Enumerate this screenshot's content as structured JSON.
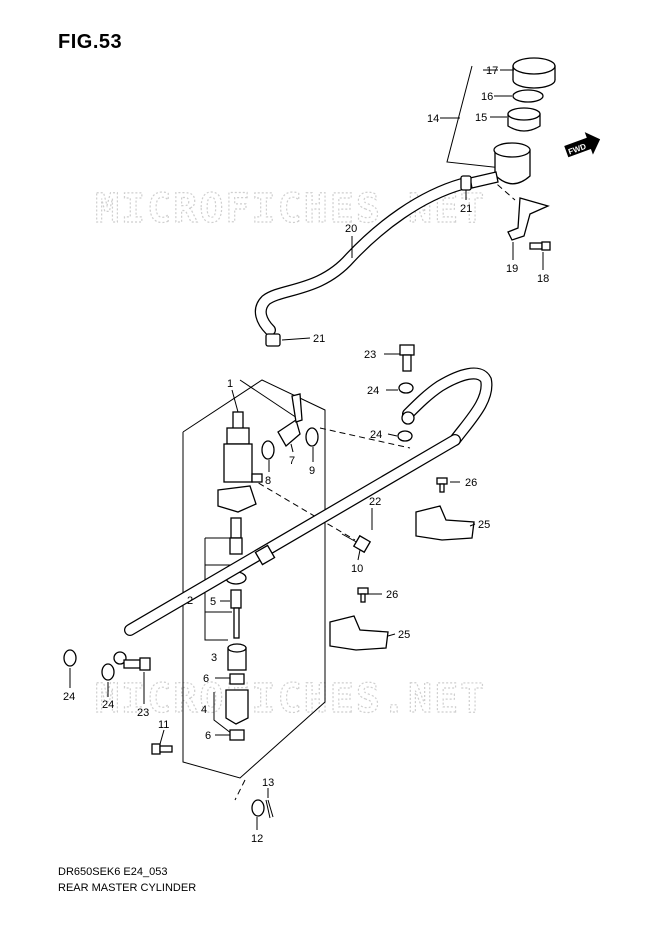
{
  "figure": {
    "title": "FIG.53",
    "model_code": "DR650SEK6 E24_053",
    "name": "REAR MASTER CYLINDER"
  },
  "watermark": {
    "top": "MICROFICHES.NET",
    "bottom": "MICROFICHES.NET"
  },
  "direction_badge": "FWD",
  "callouts": {
    "c1": "1",
    "c2": "2",
    "c3": "3",
    "c4": "4",
    "c5": "5",
    "c6a": "6",
    "c6b": "6",
    "c7": "7",
    "c8": "8",
    "c9": "9",
    "c10": "10",
    "c11": "11",
    "c12": "12",
    "c13": "13",
    "c14": "14",
    "c15": "15",
    "c16": "16",
    "c17": "17",
    "c18": "18",
    "c19": "19",
    "c20": "20",
    "c21a": "21",
    "c21b": "21",
    "c22": "22",
    "c23a": "23",
    "c23b": "23",
    "c24a": "24",
    "c24b": "24",
    "c24c": "24",
    "c24d": "24",
    "c25a": "25",
    "c25b": "25",
    "c26a": "26",
    "c26b": "26"
  }
}
